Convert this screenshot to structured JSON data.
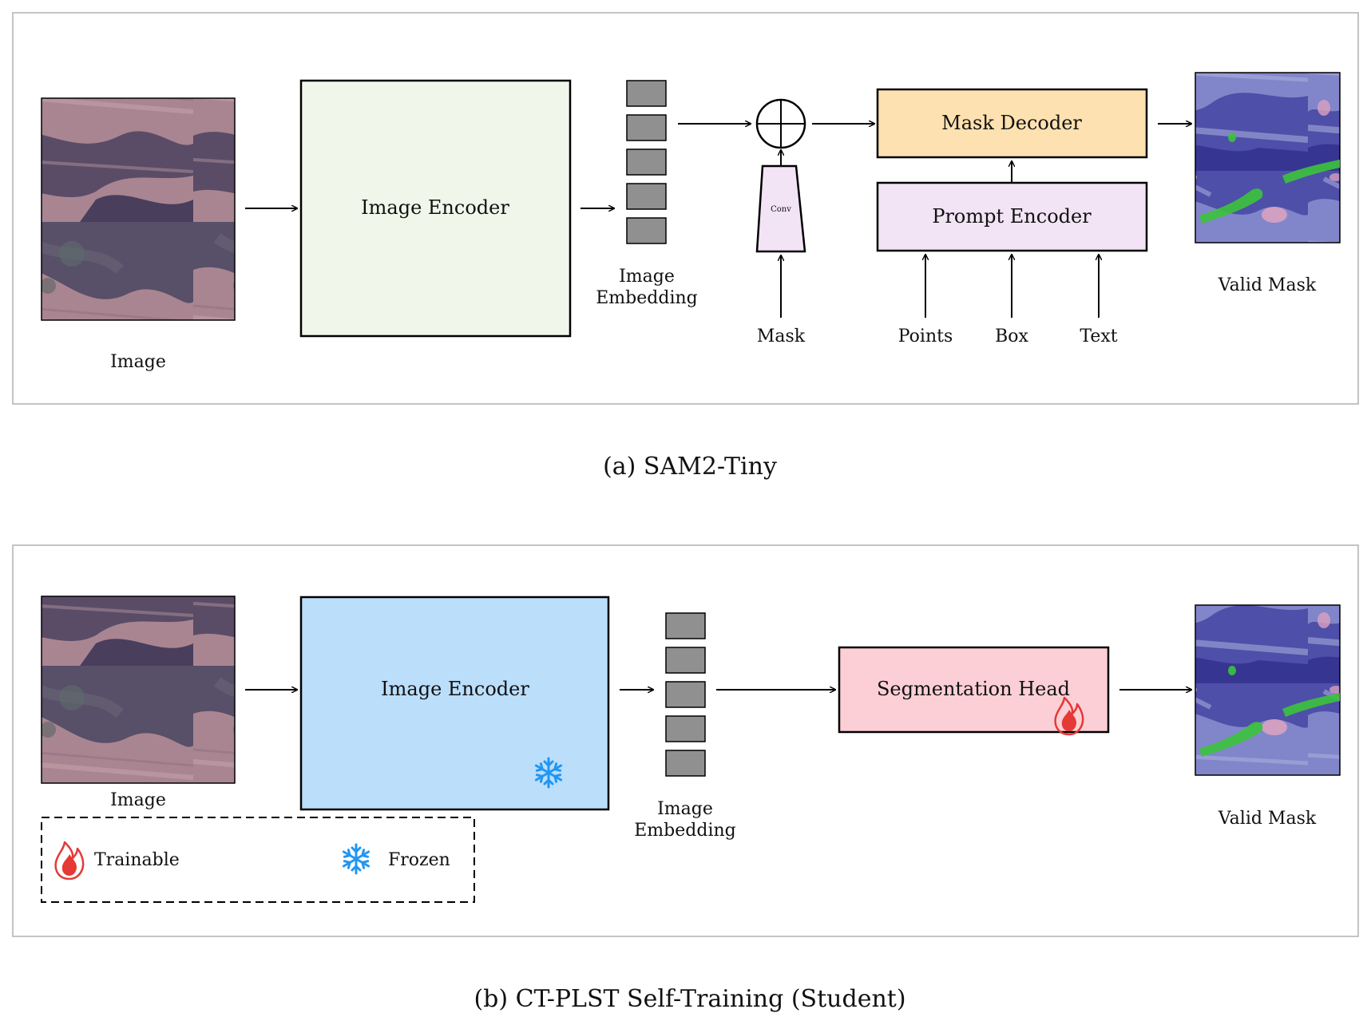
{
  "panel_a": {
    "input_label": "Image",
    "encoder_label": "Image Encoder",
    "embedding_label_line1": "Image",
    "embedding_label_line2": "Embedding",
    "conv_label": "Conv",
    "mask_input_label": "Mask",
    "decoder_label": "Mask Decoder",
    "prompt_encoder_label": "Prompt Encoder",
    "prompt_inputs": [
      "Points",
      "Box",
      "Text"
    ],
    "output_label": "Valid Mask",
    "caption": "(a) SAM2-Tiny"
  },
  "panel_b": {
    "input_label": "Image",
    "encoder_label": "Image Encoder",
    "embedding_label_line1": "Image",
    "embedding_label_line2": "Embedding",
    "head_label": "Segmentation Head",
    "output_label": "Valid Mask",
    "caption": "(b) CT-PLST Self-Training (Student)",
    "legend": {
      "trainable_label": "Trainable",
      "frozen_label": "Frozen",
      "trainable_icon": "flame-icon",
      "frozen_icon": "snowflake-icon"
    }
  },
  "colors": {
    "encoder_a_fill": "#f1f6ea",
    "encoder_b_fill": "#bbdefb",
    "decoder_fill": "#fde1b0",
    "prompt_fill": "#f2e3f5",
    "head_fill": "#fccfd6",
    "token_fill": "#909090",
    "flame": "#e53935",
    "snowflake": "#2196f3"
  }
}
